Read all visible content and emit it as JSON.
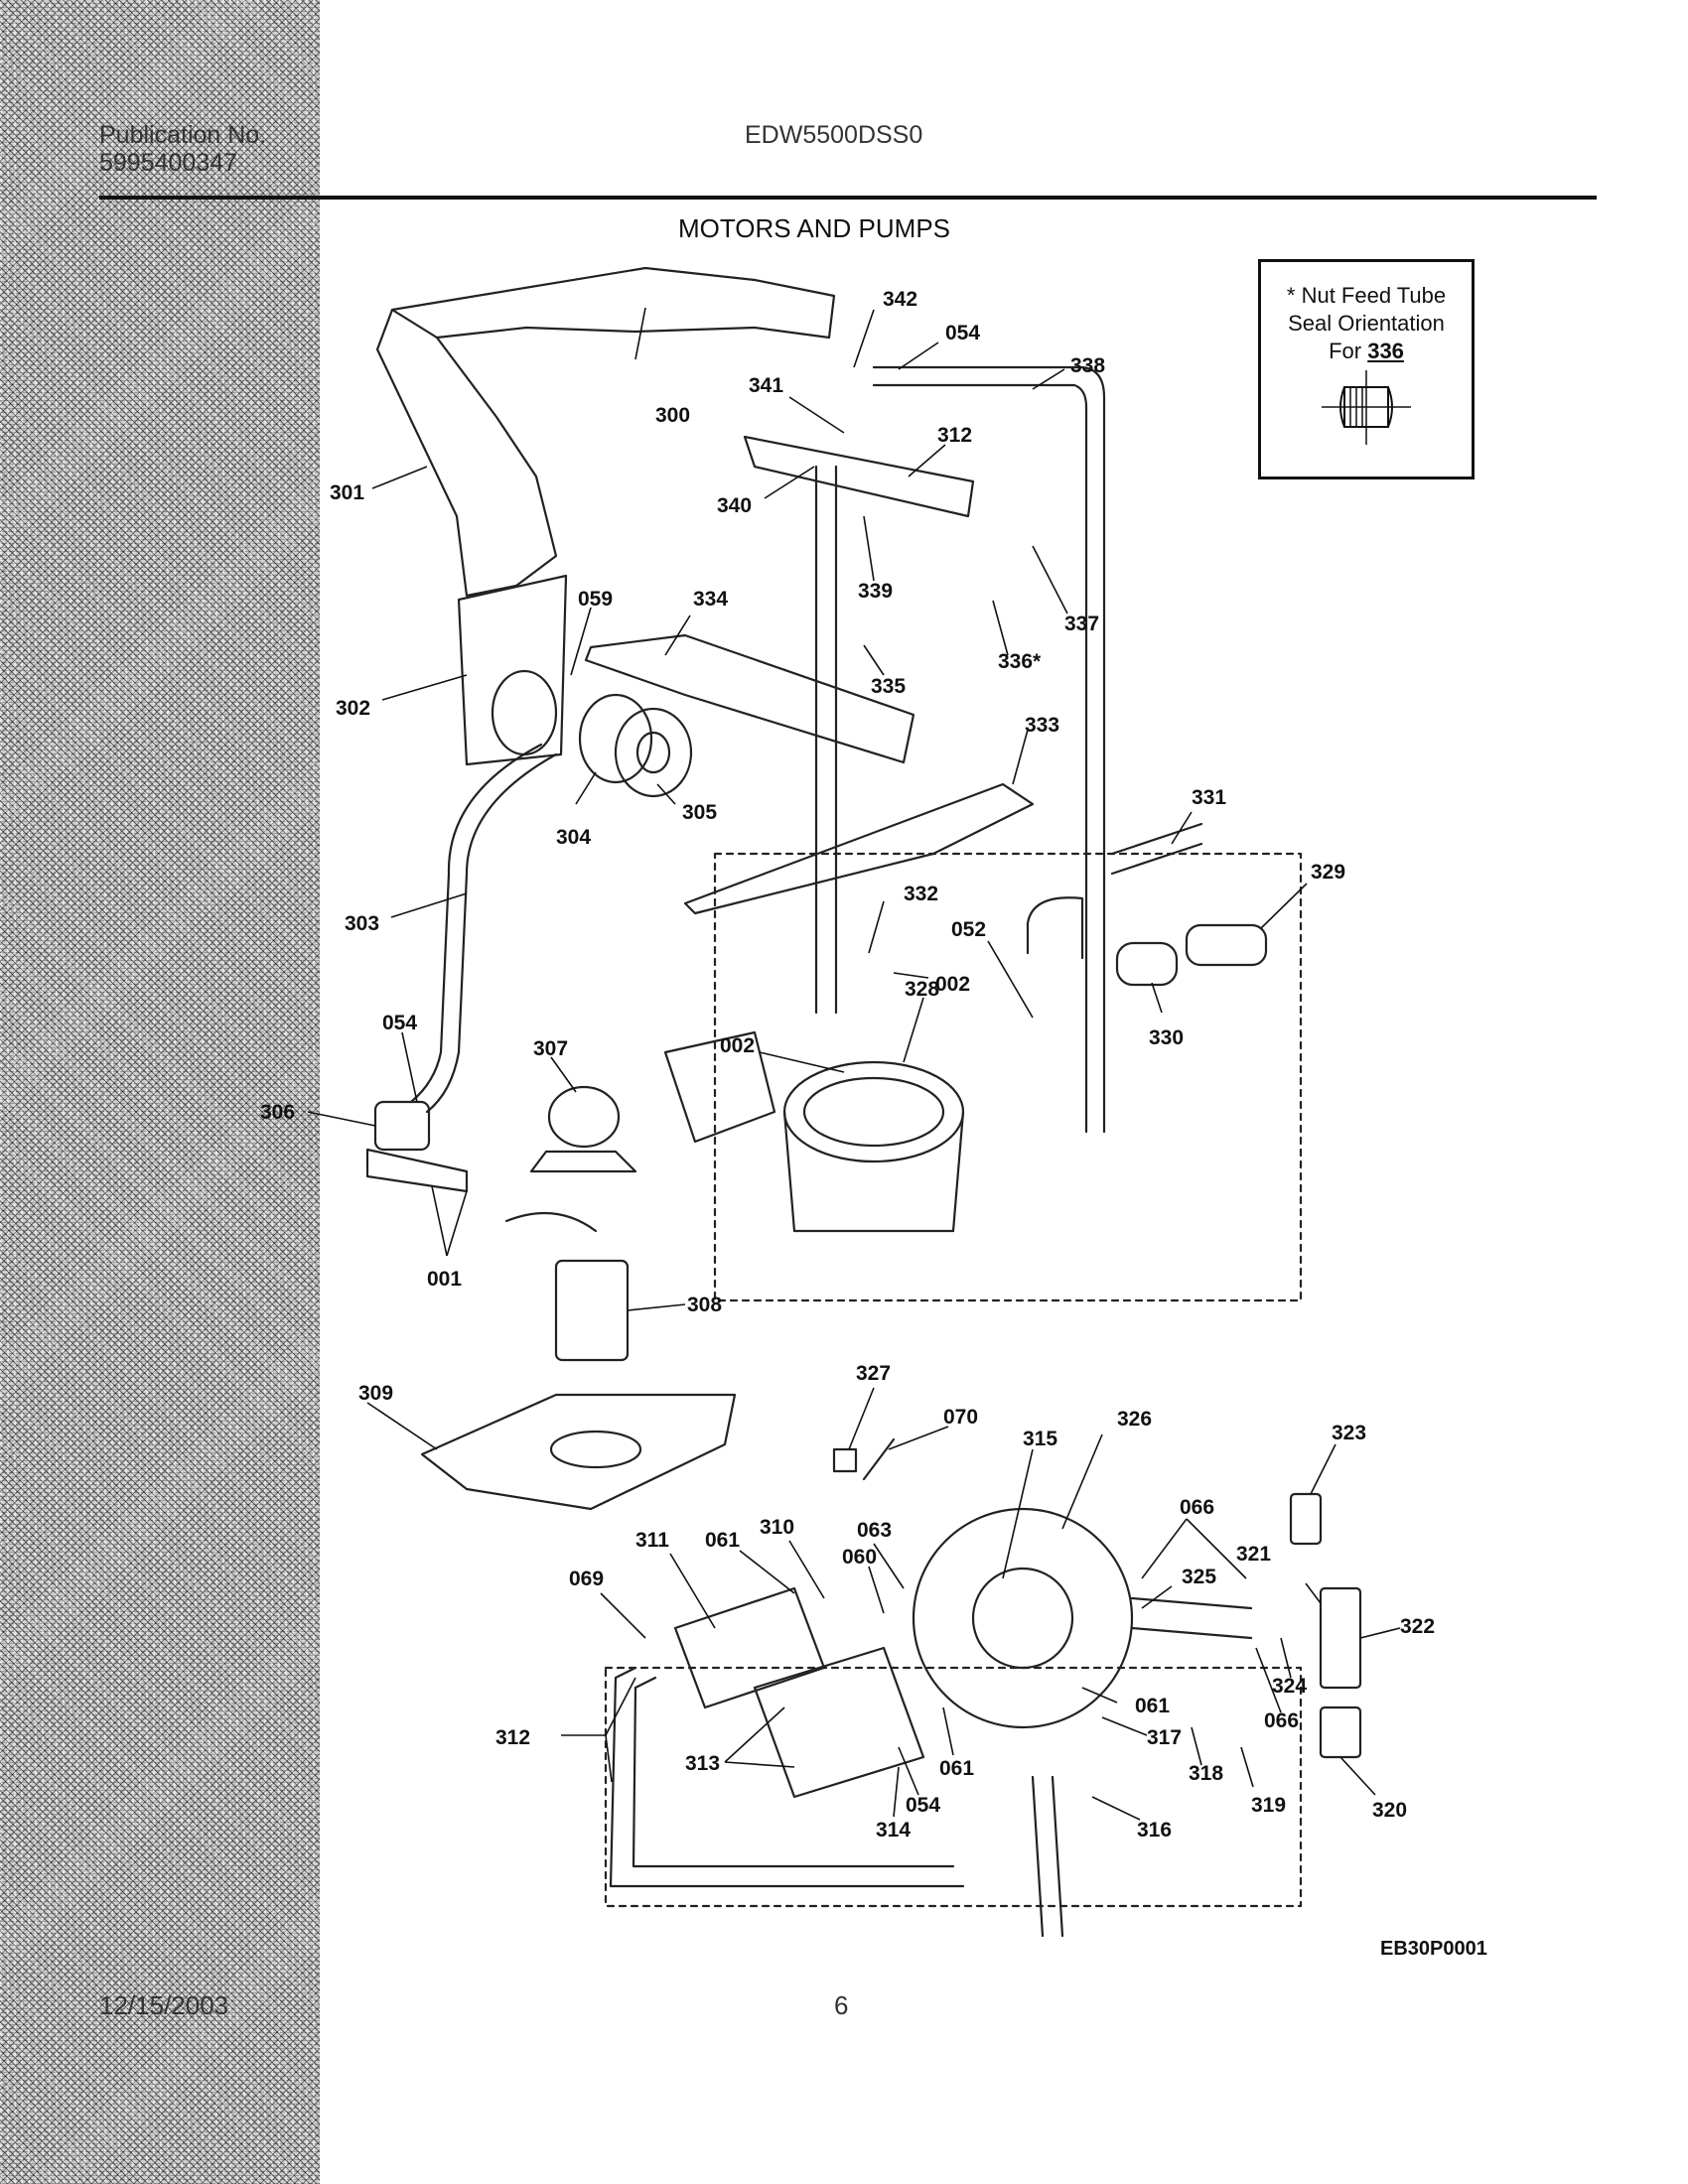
{
  "header": {
    "publication_label": "Publication No.",
    "publication_number": "5995400347",
    "model": "EDW5500DSS0"
  },
  "title": "MOTORS AND PUMPS",
  "note": {
    "line1": "* Nut Feed Tube",
    "line2": "Seal Orientation",
    "line3_prefix": "For",
    "line3_ref": "336"
  },
  "diagram_code": "EB30P0001",
  "footer": {
    "date": "12/15/2003",
    "page": "6"
  },
  "part_labels": [
    "342",
    "054",
    "338",
    "341",
    "312",
    "300",
    "301",
    "340",
    "339",
    "337",
    "336*",
    "059",
    "334",
    "302",
    "335",
    "333",
    "304",
    "305",
    "331",
    "329",
    "303",
    "332",
    "052",
    "002",
    "330",
    "054",
    "307",
    "002",
    "328",
    "306",
    "001",
    "308",
    "327",
    "070",
    "326",
    "323",
    "309",
    "315",
    "066",
    "311",
    "061",
    "310",
    "063",
    "321",
    "069",
    "060",
    "325",
    "322",
    "324",
    "066",
    "061",
    "312",
    "317",
    "313",
    "318",
    "061",
    "319",
    "054",
    "316",
    "320",
    "314"
  ]
}
